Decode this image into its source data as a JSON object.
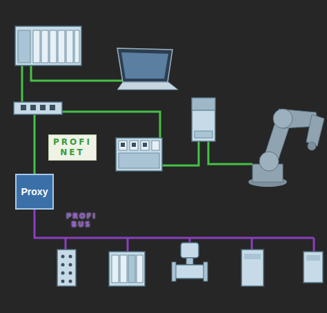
{
  "diagram": {
    "nodes": [
      {
        "text": [
          "PROFI NET"
        ]
      },
      {
        "text": [
          "Proxy"
        ]
      },
      {
        "text": [
          "PROFI BUS"
        ]
      }
    ]
  }
}
